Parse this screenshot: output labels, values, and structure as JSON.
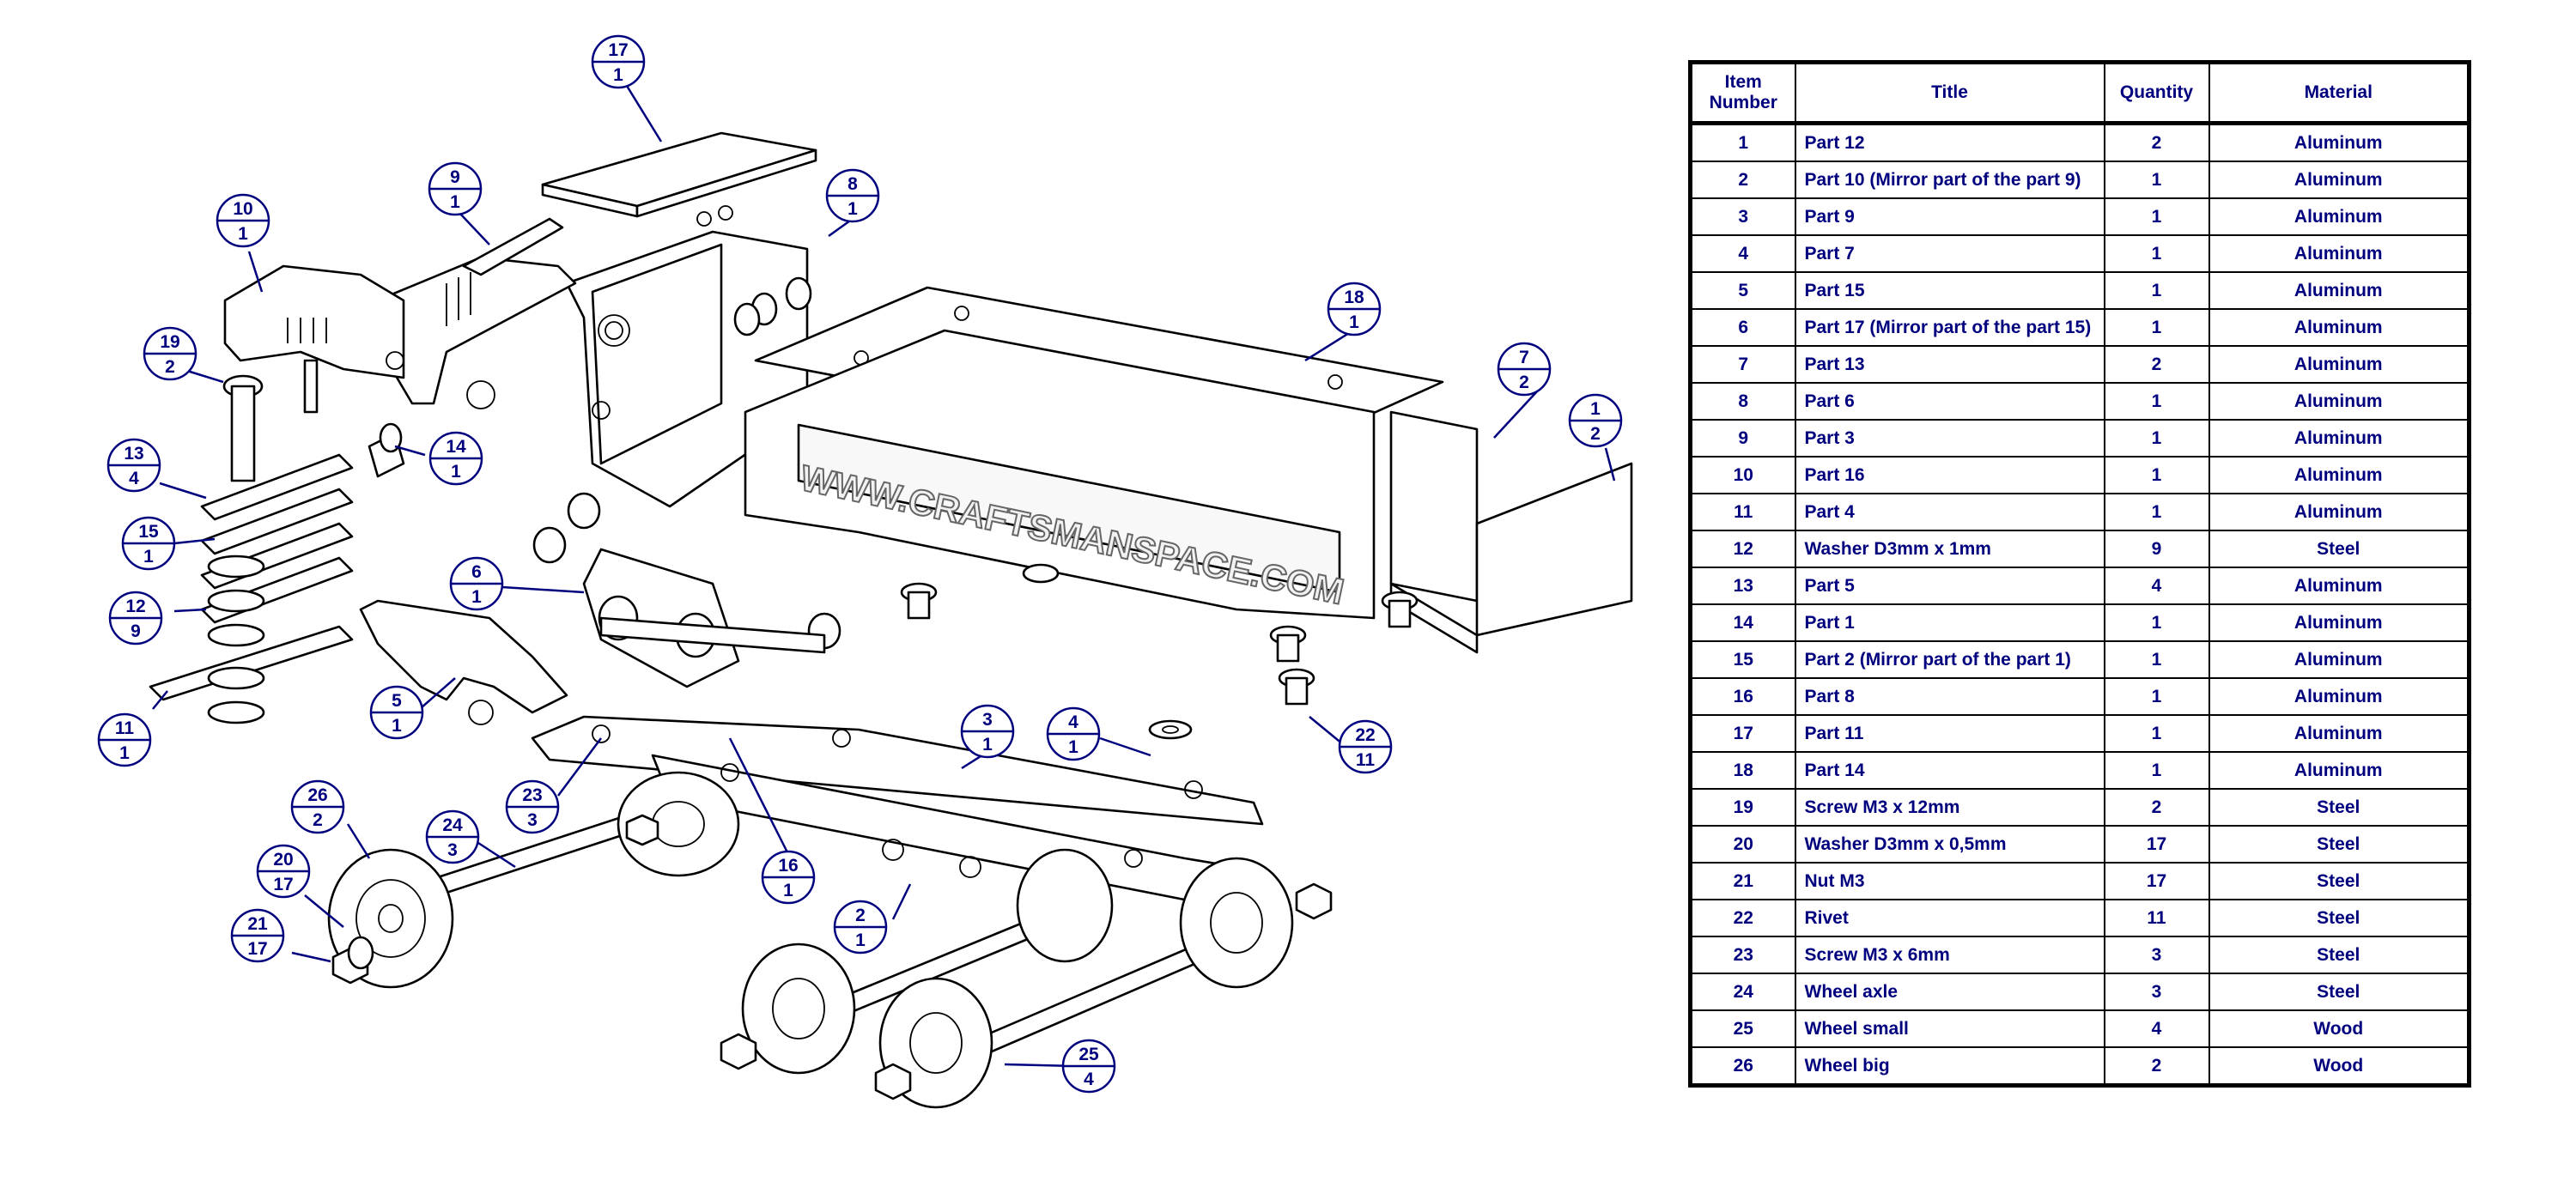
{
  "bom": {
    "headers": [
      "Item Number",
      "Title",
      "Quantity",
      "Material"
    ],
    "rows": [
      {
        "item": "1",
        "title": "Part 12",
        "qty": "2",
        "material": "Aluminum"
      },
      {
        "item": "2",
        "title": "Part 10 (Mirror part of the part 9)",
        "qty": "1",
        "material": "Aluminum"
      },
      {
        "item": "3",
        "title": "Part 9",
        "qty": "1",
        "material": "Aluminum"
      },
      {
        "item": "4",
        "title": "Part 7",
        "qty": "1",
        "material": "Aluminum"
      },
      {
        "item": "5",
        "title": "Part 15",
        "qty": "1",
        "material": "Aluminum"
      },
      {
        "item": "6",
        "title": "Part 17 (Mirror part of the part 15)",
        "qty": "1",
        "material": "Aluminum"
      },
      {
        "item": "7",
        "title": "Part 13",
        "qty": "2",
        "material": "Aluminum"
      },
      {
        "item": "8",
        "title": "Part 6",
        "qty": "1",
        "material": "Aluminum"
      },
      {
        "item": "9",
        "title": "Part 3",
        "qty": "1",
        "material": "Aluminum"
      },
      {
        "item": "10",
        "title": "Part 16",
        "qty": "1",
        "material": "Aluminum"
      },
      {
        "item": "11",
        "title": "Part 4",
        "qty": "1",
        "material": "Aluminum"
      },
      {
        "item": "12",
        "title": "Washer D3mm x 1mm",
        "qty": "9",
        "material": "Steel"
      },
      {
        "item": "13",
        "title": "Part 5",
        "qty": "4",
        "material": "Aluminum"
      },
      {
        "item": "14",
        "title": "Part 1",
        "qty": "1",
        "material": "Aluminum"
      },
      {
        "item": "15",
        "title": "Part 2 (Mirror part of the part 1)",
        "qty": "1",
        "material": "Aluminum"
      },
      {
        "item": "16",
        "title": "Part 8",
        "qty": "1",
        "material": "Aluminum"
      },
      {
        "item": "17",
        "title": "Part 11",
        "qty": "1",
        "material": "Aluminum"
      },
      {
        "item": "18",
        "title": "Part 14",
        "qty": "1",
        "material": "Aluminum"
      },
      {
        "item": "19",
        "title": "Screw M3 x 12mm",
        "qty": "2",
        "material": "Steel"
      },
      {
        "item": "20",
        "title": "Washer D3mm x 0,5mm",
        "qty": "17",
        "material": "Steel"
      },
      {
        "item": "21",
        "title": "Nut M3",
        "qty": "17",
        "material": "Steel"
      },
      {
        "item": "22",
        "title": "Rivet",
        "qty": "11",
        "material": "Steel"
      },
      {
        "item": "23",
        "title": "Screw M3 x 6mm",
        "qty": "3",
        "material": "Steel"
      },
      {
        "item": "24",
        "title": "Wheel axle",
        "qty": "3",
        "material": "Steel"
      },
      {
        "item": "25",
        "title": "Wheel small",
        "qty": "4",
        "material": "Wood"
      },
      {
        "item": "26",
        "title": "Wheel big",
        "qty": "2",
        "material": "Wood"
      }
    ]
  },
  "balloons": [
    {
      "item": "17",
      "qty": "1"
    },
    {
      "item": "9",
      "qty": "1"
    },
    {
      "item": "10",
      "qty": "1"
    },
    {
      "item": "8",
      "qty": "1"
    },
    {
      "item": "18",
      "qty": "1"
    },
    {
      "item": "7",
      "qty": "2"
    },
    {
      "item": "1",
      "qty": "2"
    },
    {
      "item": "19",
      "qty": "2"
    },
    {
      "item": "13",
      "qty": "4"
    },
    {
      "item": "14",
      "qty": "1"
    },
    {
      "item": "15",
      "qty": "1"
    },
    {
      "item": "6",
      "qty": "1"
    },
    {
      "item": "12",
      "qty": "9"
    },
    {
      "item": "11",
      "qty": "1"
    },
    {
      "item": "5",
      "qty": "1"
    },
    {
      "item": "3",
      "qty": "1"
    },
    {
      "item": "4",
      "qty": "1"
    },
    {
      "item": "22",
      "qty": "11"
    },
    {
      "item": "23",
      "qty": "3"
    },
    {
      "item": "26",
      "qty": "2"
    },
    {
      "item": "24",
      "qty": "3"
    },
    {
      "item": "16",
      "qty": "1"
    },
    {
      "item": "20",
      "qty": "17"
    },
    {
      "item": "2",
      "qty": "1"
    },
    {
      "item": "21",
      "qty": "17"
    },
    {
      "item": "25",
      "qty": "4"
    }
  ],
  "watermark": "WWW.CRAFTSMANSPACE.COM",
  "colors": {
    "annotation": "#00007f",
    "line": "#000000"
  }
}
